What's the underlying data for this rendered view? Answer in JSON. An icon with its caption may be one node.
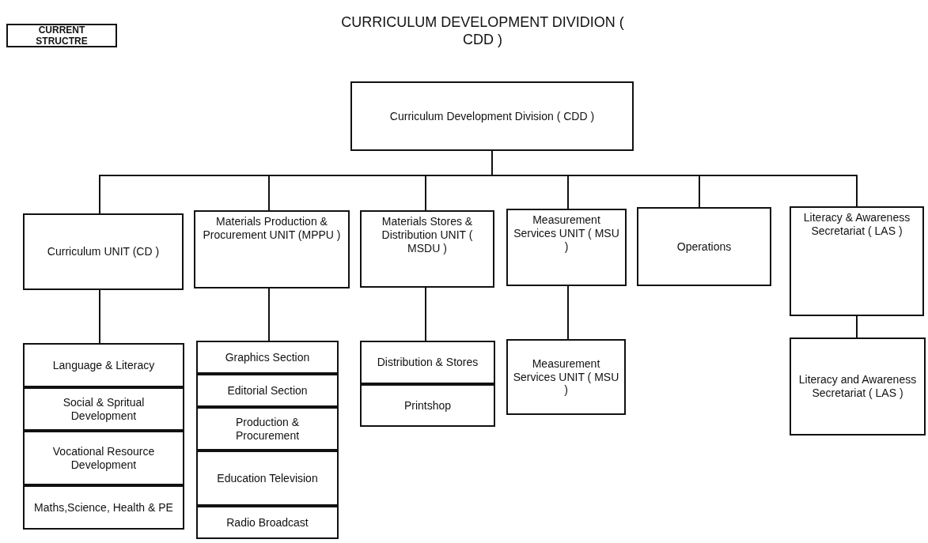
{
  "diagram": {
    "title": "CURRICULUM DEVELOPMENT DIVIDION ( CDD )",
    "nodes": [
      {
        "text": [
          "CURRENT STRUCTRE"
        ]
      },
      {
        "text": [
          "Curriculum Development Division ( CDD )"
        ]
      },
      {
        "text": [
          "Curriculum UNIT (CD )"
        ]
      },
      {
        "text": [
          "Materials Production & Procurement UNIT (MPPU )"
        ]
      },
      {
        "text": [
          "Materials Stores & Distribution UNIT ( MSDU )"
        ]
      },
      {
        "text": [
          "Measurement Services UNIT ( MSU )"
        ]
      },
      {
        "text": [
          "Operations"
        ]
      },
      {
        "text": [
          "Literacy & Awareness Secretariat ( LAS )"
        ]
      },
      {
        "text": [
          "Language & Literacy"
        ]
      },
      {
        "text": [
          "Social & Spritual Development"
        ]
      },
      {
        "text": [
          "Vocational Resource Development"
        ]
      },
      {
        "text": [
          "Maths,Science, Health & PE"
        ]
      },
      {
        "text": [
          "Graphics Section"
        ]
      },
      {
        "text": [
          "Editorial Section"
        ]
      },
      {
        "text": [
          "Production & Procurement"
        ]
      },
      {
        "text": [
          "Education Television"
        ]
      },
      {
        "text": [
          "Radio Broadcast"
        ]
      },
      {
        "text": [
          "Distribution & Stores"
        ]
      },
      {
        "text": [
          "Printshop"
        ]
      },
      {
        "text": [
          "Measurement Services UNIT ( MSU )"
        ]
      },
      {
        "text": [
          "Literacy and Awareness Secretariat ( LAS )"
        ]
      }
    ],
    "edges": [
      {
        "from": 1,
        "to": 2,
        "arrow": "none"
      },
      {
        "from": 1,
        "to": 3,
        "arrow": "none"
      },
      {
        "from": 1,
        "to": 4,
        "arrow": "none"
      },
      {
        "from": 1,
        "to": 5,
        "arrow": "none"
      },
      {
        "from": 1,
        "to": 6,
        "arrow": "none"
      },
      {
        "from": 1,
        "to": 7,
        "arrow": "none"
      },
      {
        "from": 2,
        "to": 8,
        "arrow": "none"
      },
      {
        "from": 3,
        "to": 12,
        "arrow": "none"
      },
      {
        "from": 4,
        "to": 17,
        "arrow": "none"
      },
      {
        "from": 5,
        "to": 19,
        "arrow": "none"
      },
      {
        "from": 7,
        "to": 20,
        "arrow": "none"
      }
    ]
  }
}
